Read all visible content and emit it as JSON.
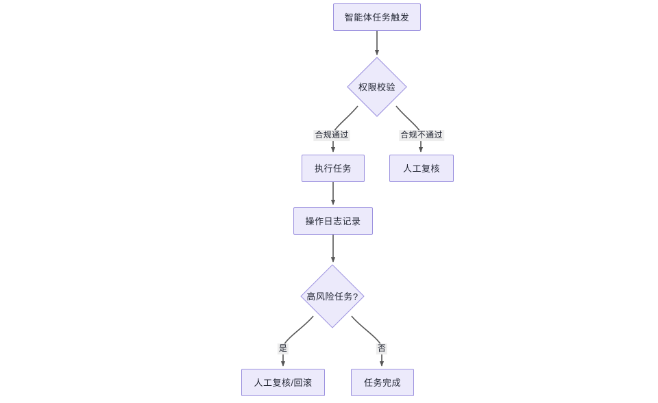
{
  "diagram": {
    "type": "flowchart",
    "direction": "top-down",
    "background": "#ffffff",
    "node_fill": "#ECEAFB",
    "node_stroke": "#9A8FDE",
    "edge_color": "#555555",
    "label_background": "#EDEDED",
    "text_color": "#1f2330",
    "nodes": [
      {
        "id": "start",
        "label": "智能体任务触发",
        "shape": "rect"
      },
      {
        "id": "auth",
        "label": "权限校验",
        "shape": "diamond"
      },
      {
        "id": "exec",
        "label": "执行任务",
        "shape": "rect"
      },
      {
        "id": "review",
        "label": "人工复核",
        "shape": "rect"
      },
      {
        "id": "log",
        "label": "操作日志记录",
        "shape": "rect"
      },
      {
        "id": "risk",
        "label": "高风险任务?",
        "shape": "diamond"
      },
      {
        "id": "rollback",
        "label": "人工复核/回滚",
        "shape": "rect"
      },
      {
        "id": "done",
        "label": "任务完成",
        "shape": "rect"
      }
    ],
    "edges": [
      {
        "from": "start",
        "to": "auth",
        "label": ""
      },
      {
        "from": "auth",
        "to": "exec",
        "label": "合规通过"
      },
      {
        "from": "auth",
        "to": "review",
        "label": "合规不通过"
      },
      {
        "from": "exec",
        "to": "log",
        "label": ""
      },
      {
        "from": "log",
        "to": "risk",
        "label": ""
      },
      {
        "from": "risk",
        "to": "rollback",
        "label": "是"
      },
      {
        "from": "risk",
        "to": "done",
        "label": "否"
      }
    ],
    "edge_labels": [
      {
        "id": "pass",
        "text": "合规通过"
      },
      {
        "id": "fail",
        "text": "合规不通过"
      },
      {
        "id": "yes",
        "text": "是"
      },
      {
        "id": "no",
        "text": "否"
      }
    ]
  }
}
